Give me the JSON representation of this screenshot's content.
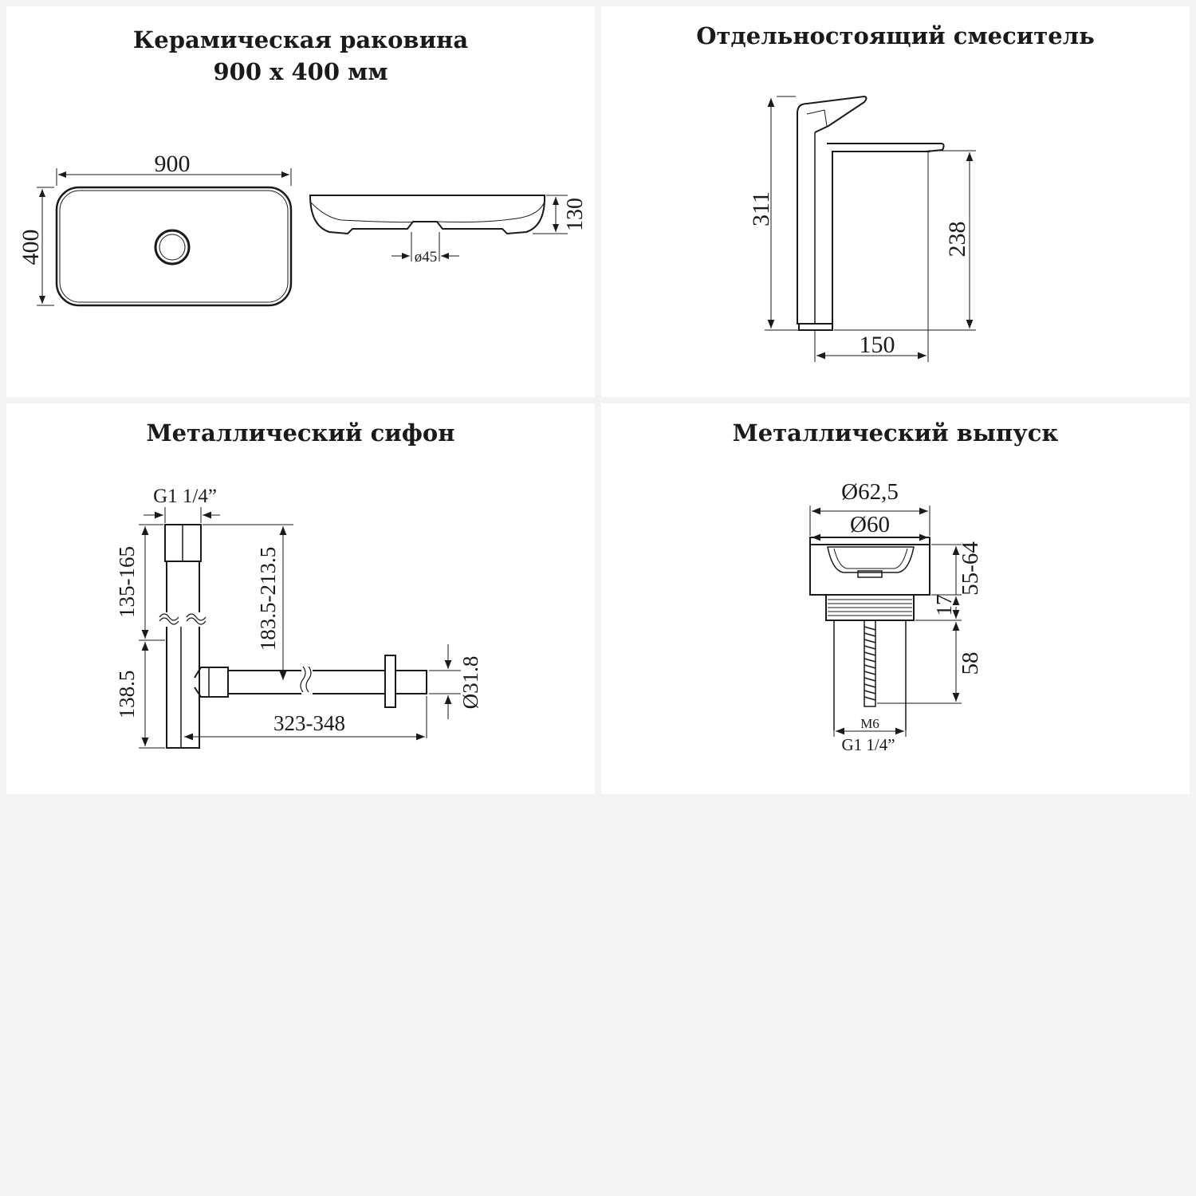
{
  "sink": {
    "title_line1": "Керамическая раковина",
    "title_line2": "900 х 400 мм",
    "dim_width": "900",
    "dim_depth": "400",
    "dim_height": "130",
    "dim_drain": "ø45"
  },
  "faucet": {
    "title": "Отдельностоящий смеситель",
    "dim_height": "311",
    "dim_spout_height": "238",
    "dim_reach": "150"
  },
  "siphon": {
    "title": "Металлический сифон",
    "dim_thread": "G1 1/4”",
    "dim_upper": "135-165",
    "dim_inlet_to_axis": "183.5-213.5",
    "dim_lower": "138.5",
    "dim_outlet_length": "323-348",
    "dim_outlet_diameter": "Ø31.8"
  },
  "drain": {
    "title": "Металлический выпуск",
    "dim_outer": "Ø62,5",
    "dim_inner": "Ø60",
    "dim_range": "55-64",
    "dim_flange": "17",
    "dim_body": "58",
    "dim_screw": "M6",
    "dim_thread": "G1 1/4”"
  }
}
